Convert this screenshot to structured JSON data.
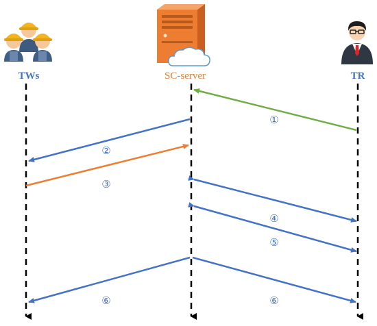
{
  "actors": {
    "tws": {
      "label": "TWs",
      "color": "#4472c4",
      "icon": "workers-group-icon"
    },
    "server": {
      "label": "SC-server",
      "color": "#ed7d31",
      "icon": "cloud-server-icon"
    },
    "tr": {
      "label": "TR",
      "color": "#4472c4",
      "icon": "businessman-icon"
    }
  },
  "messages": [
    {
      "label": "①",
      "from": "tr",
      "to": "server",
      "color": "#70ad47"
    },
    {
      "label": "②",
      "from": "server",
      "to": "tws",
      "color": "#4472c4"
    },
    {
      "label": "③",
      "from": "tws",
      "to": "server",
      "color": "#ed7d31"
    },
    {
      "label": "④",
      "from": "server",
      "to": "tr",
      "color": "#4472c4"
    },
    {
      "label": "⑤",
      "from": "server",
      "to": "tr",
      "color": "#4472c4"
    },
    {
      "label": "⑥",
      "from": "server",
      "to": "tws",
      "color": "#4472c4"
    },
    {
      "label": "⑥",
      "from": "server",
      "to": "tr",
      "color": "#4472c4"
    }
  ]
}
